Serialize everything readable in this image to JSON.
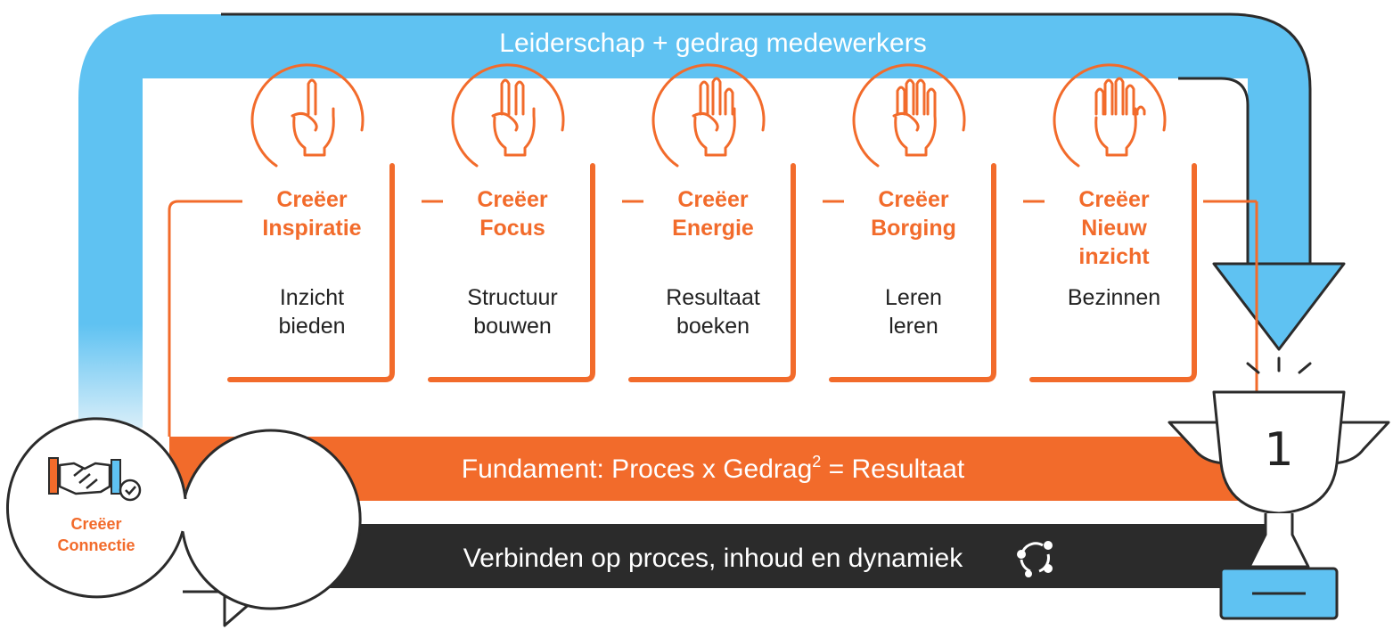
{
  "colors": {
    "blue": "#5fc2f2",
    "orange": "#f26b2b",
    "dark": "#2b2b2b",
    "white": "#ffffff"
  },
  "top_loop": {
    "label": "Leiderschap + gedrag medewerkers"
  },
  "steps": [
    {
      "title1": "Creëer",
      "title2": "Inspiratie",
      "title3": "",
      "desc1": "Inzicht",
      "desc2": "bieden",
      "fingers": 1
    },
    {
      "title1": "Creëer",
      "title2": "Focus",
      "title3": "",
      "desc1": "Structuur",
      "desc2": "bouwen",
      "fingers": 2
    },
    {
      "title1": "Creëer",
      "title2": "Energie",
      "title3": "",
      "desc1": "Resultaat",
      "desc2": "boeken",
      "fingers": 3
    },
    {
      "title1": "Creëer",
      "title2": "Borging",
      "title3": "",
      "desc1": "Leren",
      "desc2": "leren",
      "fingers": 4
    },
    {
      "title1": "Creëer",
      "title2": "Nieuw",
      "title3": "inzicht",
      "desc1": "Bezinnen",
      "desc2": "",
      "fingers": 5
    }
  ],
  "foundation": {
    "label_main": "Fundament: Proces x Gedrag",
    "label_sup": "2",
    "label_end": " = Resultaat"
  },
  "bottom_band": {
    "label": "Verbinden op proces, inhoud en dynamiek",
    "icon": "cycle-icon"
  },
  "connection": {
    "line1": "Creëer",
    "line2": "Connectie",
    "icon": "handshake-check-icon"
  },
  "trophy": {
    "number": "1",
    "icon": "trophy-icon"
  }
}
